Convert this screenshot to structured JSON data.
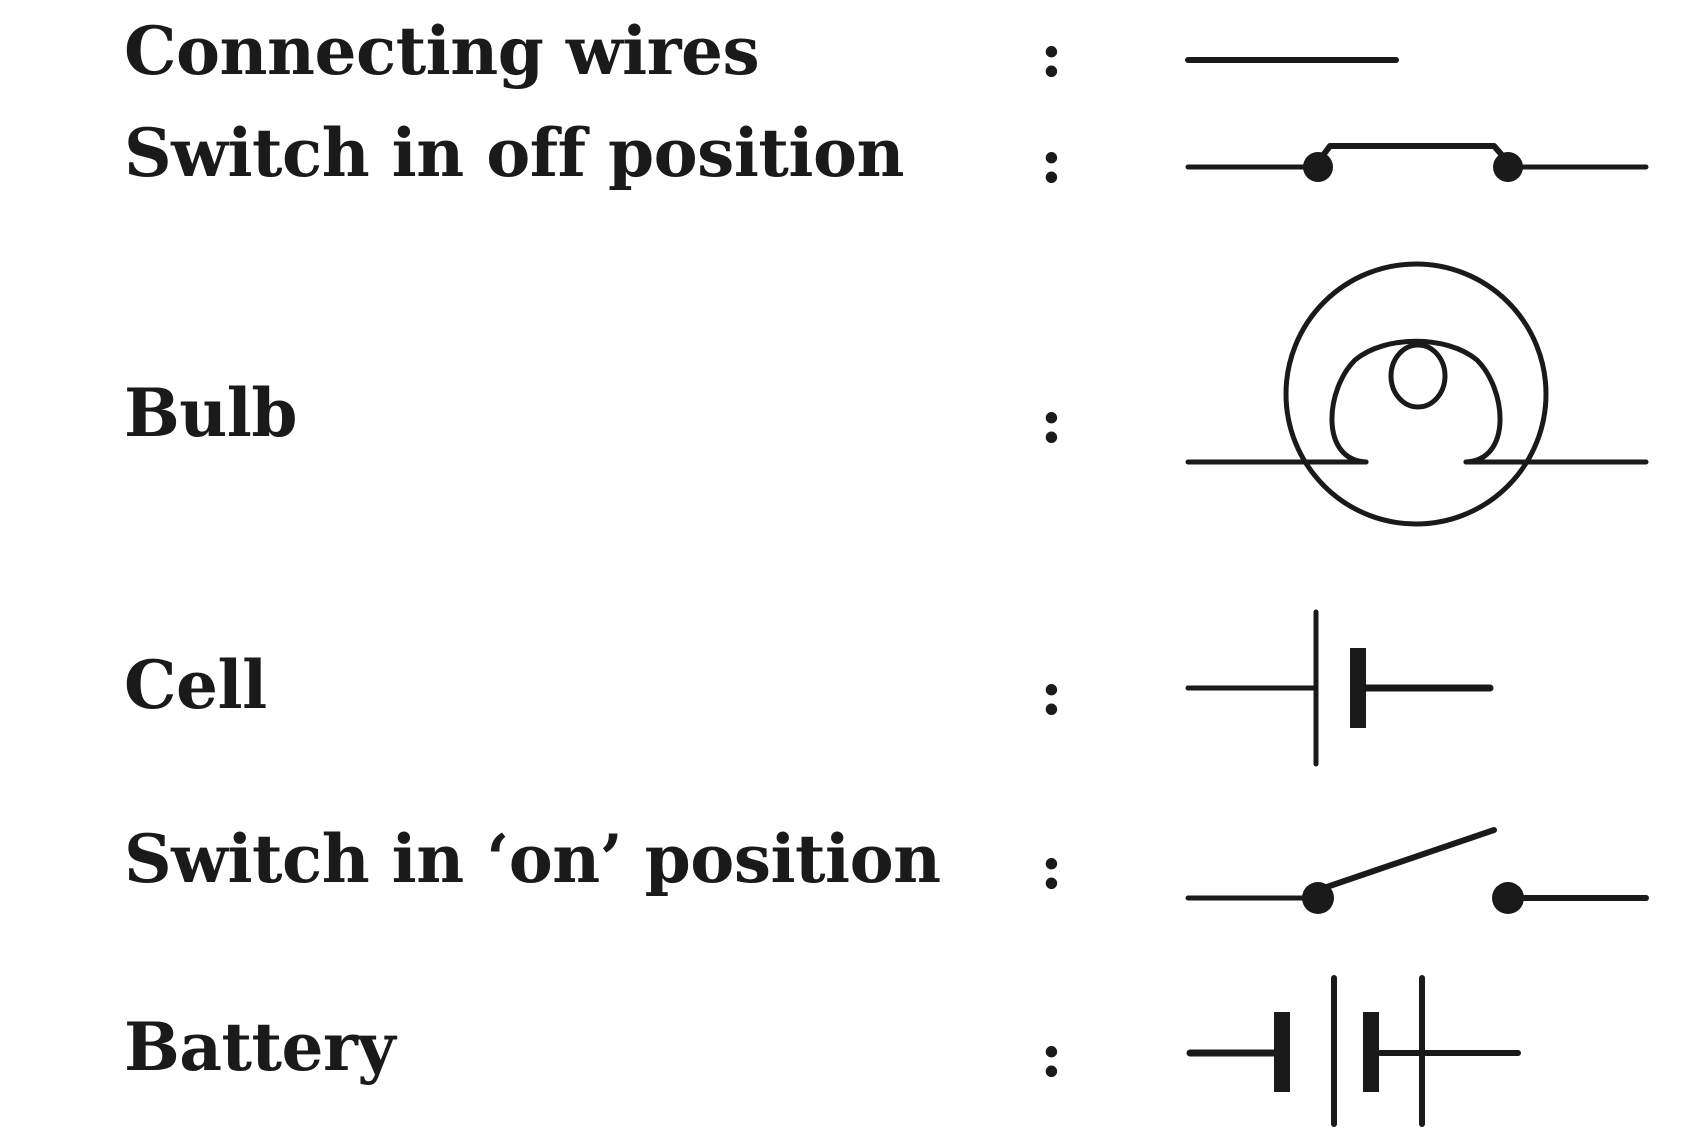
{
  "colon": ":",
  "symbols": [
    {
      "key": "wire",
      "label": "Connecting wires"
    },
    {
      "key": "switch_off",
      "label": "Switch in off position"
    },
    {
      "key": "bulb",
      "label": "Bulb"
    },
    {
      "key": "cell",
      "label": "Cell"
    },
    {
      "key": "switch_on",
      "label": "Switch in ‘on’ position"
    },
    {
      "key": "battery",
      "label": "Battery"
    }
  ],
  "colors": {
    "ink": "#1a1a1a",
    "background": "#ffffff"
  }
}
